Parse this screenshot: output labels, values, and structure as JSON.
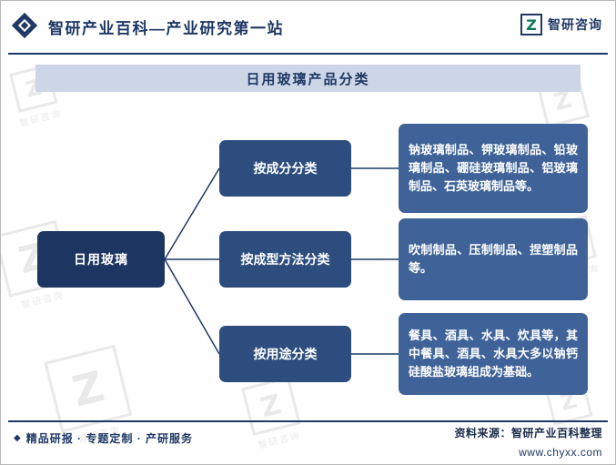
{
  "header": {
    "title": "智研产业百科—产业研究第一站",
    "brand_name": "智研咨询",
    "brand_glyph": "Z"
  },
  "banner": {
    "title": "日用玻璃产品分类"
  },
  "diagram": {
    "root": "日用玻璃",
    "branches": [
      {
        "label": "按成分分类",
        "detail": "钠玻璃制品、钾玻璃制品、铅玻璃制品、硼硅玻璃制品、铝玻璃制品、石英玻璃制品等。"
      },
      {
        "label": "按成型方法分类",
        "detail": "吹制制品、压制制品、捏塑制品等。"
      },
      {
        "label": "按用途分类",
        "detail": "餐具、酒具、水具、炊具等，其中餐具、酒具、水具大多以钠钙硅酸盐玻璃组成为基础。"
      }
    ]
  },
  "footer": {
    "bullet_icon": "◆",
    "services": "精品研报 · 专题定制 · 产研服务",
    "source": "资料来源：智研产业百科整理",
    "website": "www.chyxx.com"
  },
  "watermark": {
    "text": "智研咨询",
    "glyph": "Z"
  },
  "colors": {
    "navy": "#1f3864",
    "root_box": "#1d3561",
    "mid_box": "#2c4d7d",
    "leaf_box": "#3f6398",
    "banner_bg": "#ccd6e6",
    "brand_green": "#0c7a5a",
    "watermark_gray": "#cfcfcf"
  }
}
